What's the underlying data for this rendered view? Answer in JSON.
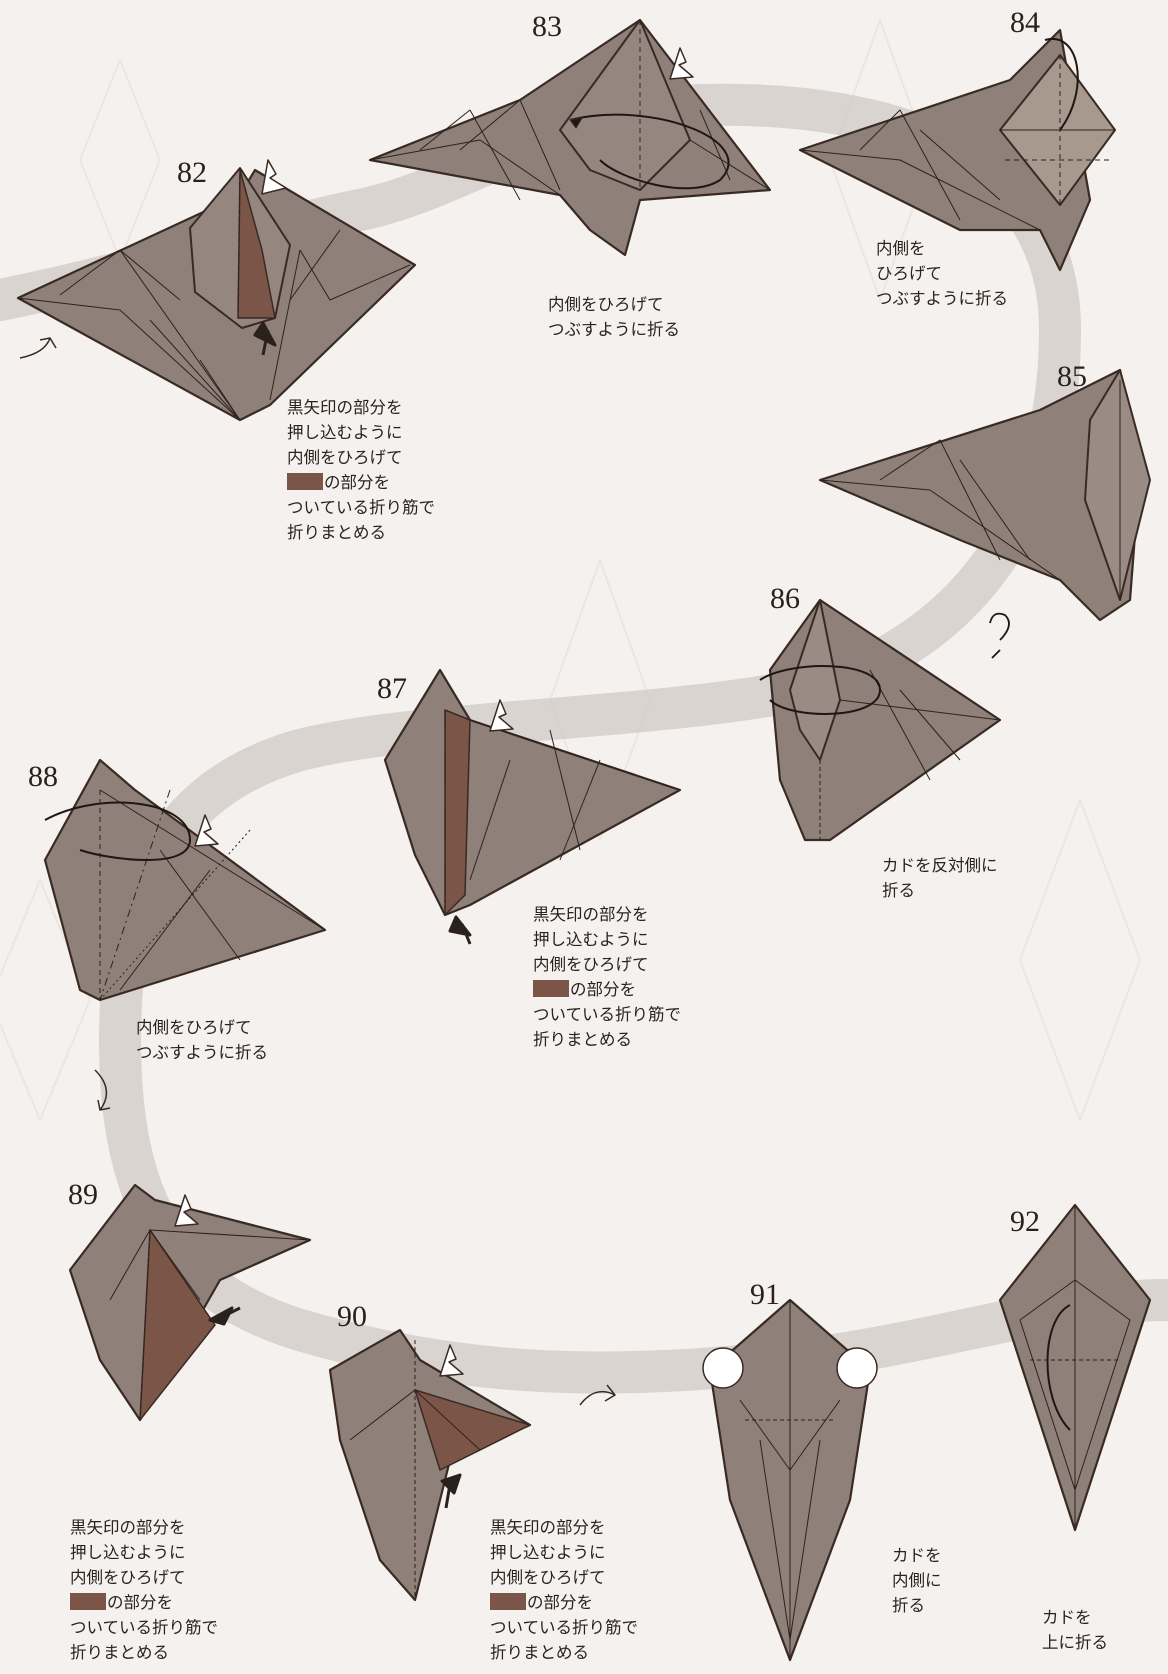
{
  "colors": {
    "paper": "#8f8079",
    "shade": "#7a5548",
    "line": "#3a2a24",
    "path_band": "#d8d3cf",
    "background": "#f4f1ee"
  },
  "steps": [
    {
      "number": "82",
      "caption": [
        "黒矢印の部分を",
        "押し込むように",
        "内側をひろげて",
        "{swatch}の部分を",
        "ついている折り筋で",
        "折りまとめる"
      ]
    },
    {
      "number": "83",
      "caption": [
        "内側をひろげて",
        "つぶすように折る"
      ]
    },
    {
      "number": "84",
      "caption": [
        "内側を",
        "ひろげて",
        "つぶすように折る"
      ]
    },
    {
      "number": "85",
      "caption": []
    },
    {
      "number": "86",
      "caption": [
        "カドを反対側に",
        "折る"
      ]
    },
    {
      "number": "87",
      "caption": [
        "黒矢印の部分を",
        "押し込むように",
        "内側をひろげて",
        "{swatch}の部分を",
        "ついている折り筋で",
        "折りまとめる"
      ]
    },
    {
      "number": "88",
      "caption": [
        "内側をひろげて",
        "つぶすように折る"
      ]
    },
    {
      "number": "89",
      "caption": [
        "黒矢印の部分を",
        "押し込むように",
        "内側をひろげて",
        "{swatch}の部分を",
        "ついている折り筋で",
        "折りまとめる"
      ]
    },
    {
      "number": "90",
      "caption": [
        "黒矢印の部分を",
        "押し込むように",
        "内側をひろげて",
        "{swatch}の部分を",
        "ついている折り筋で",
        "折りまとめる"
      ]
    },
    {
      "number": "91",
      "caption": [
        "カドを",
        "内側に",
        "折る"
      ]
    },
    {
      "number": "92",
      "caption": [
        "カドを",
        "上に折る"
      ]
    }
  ]
}
